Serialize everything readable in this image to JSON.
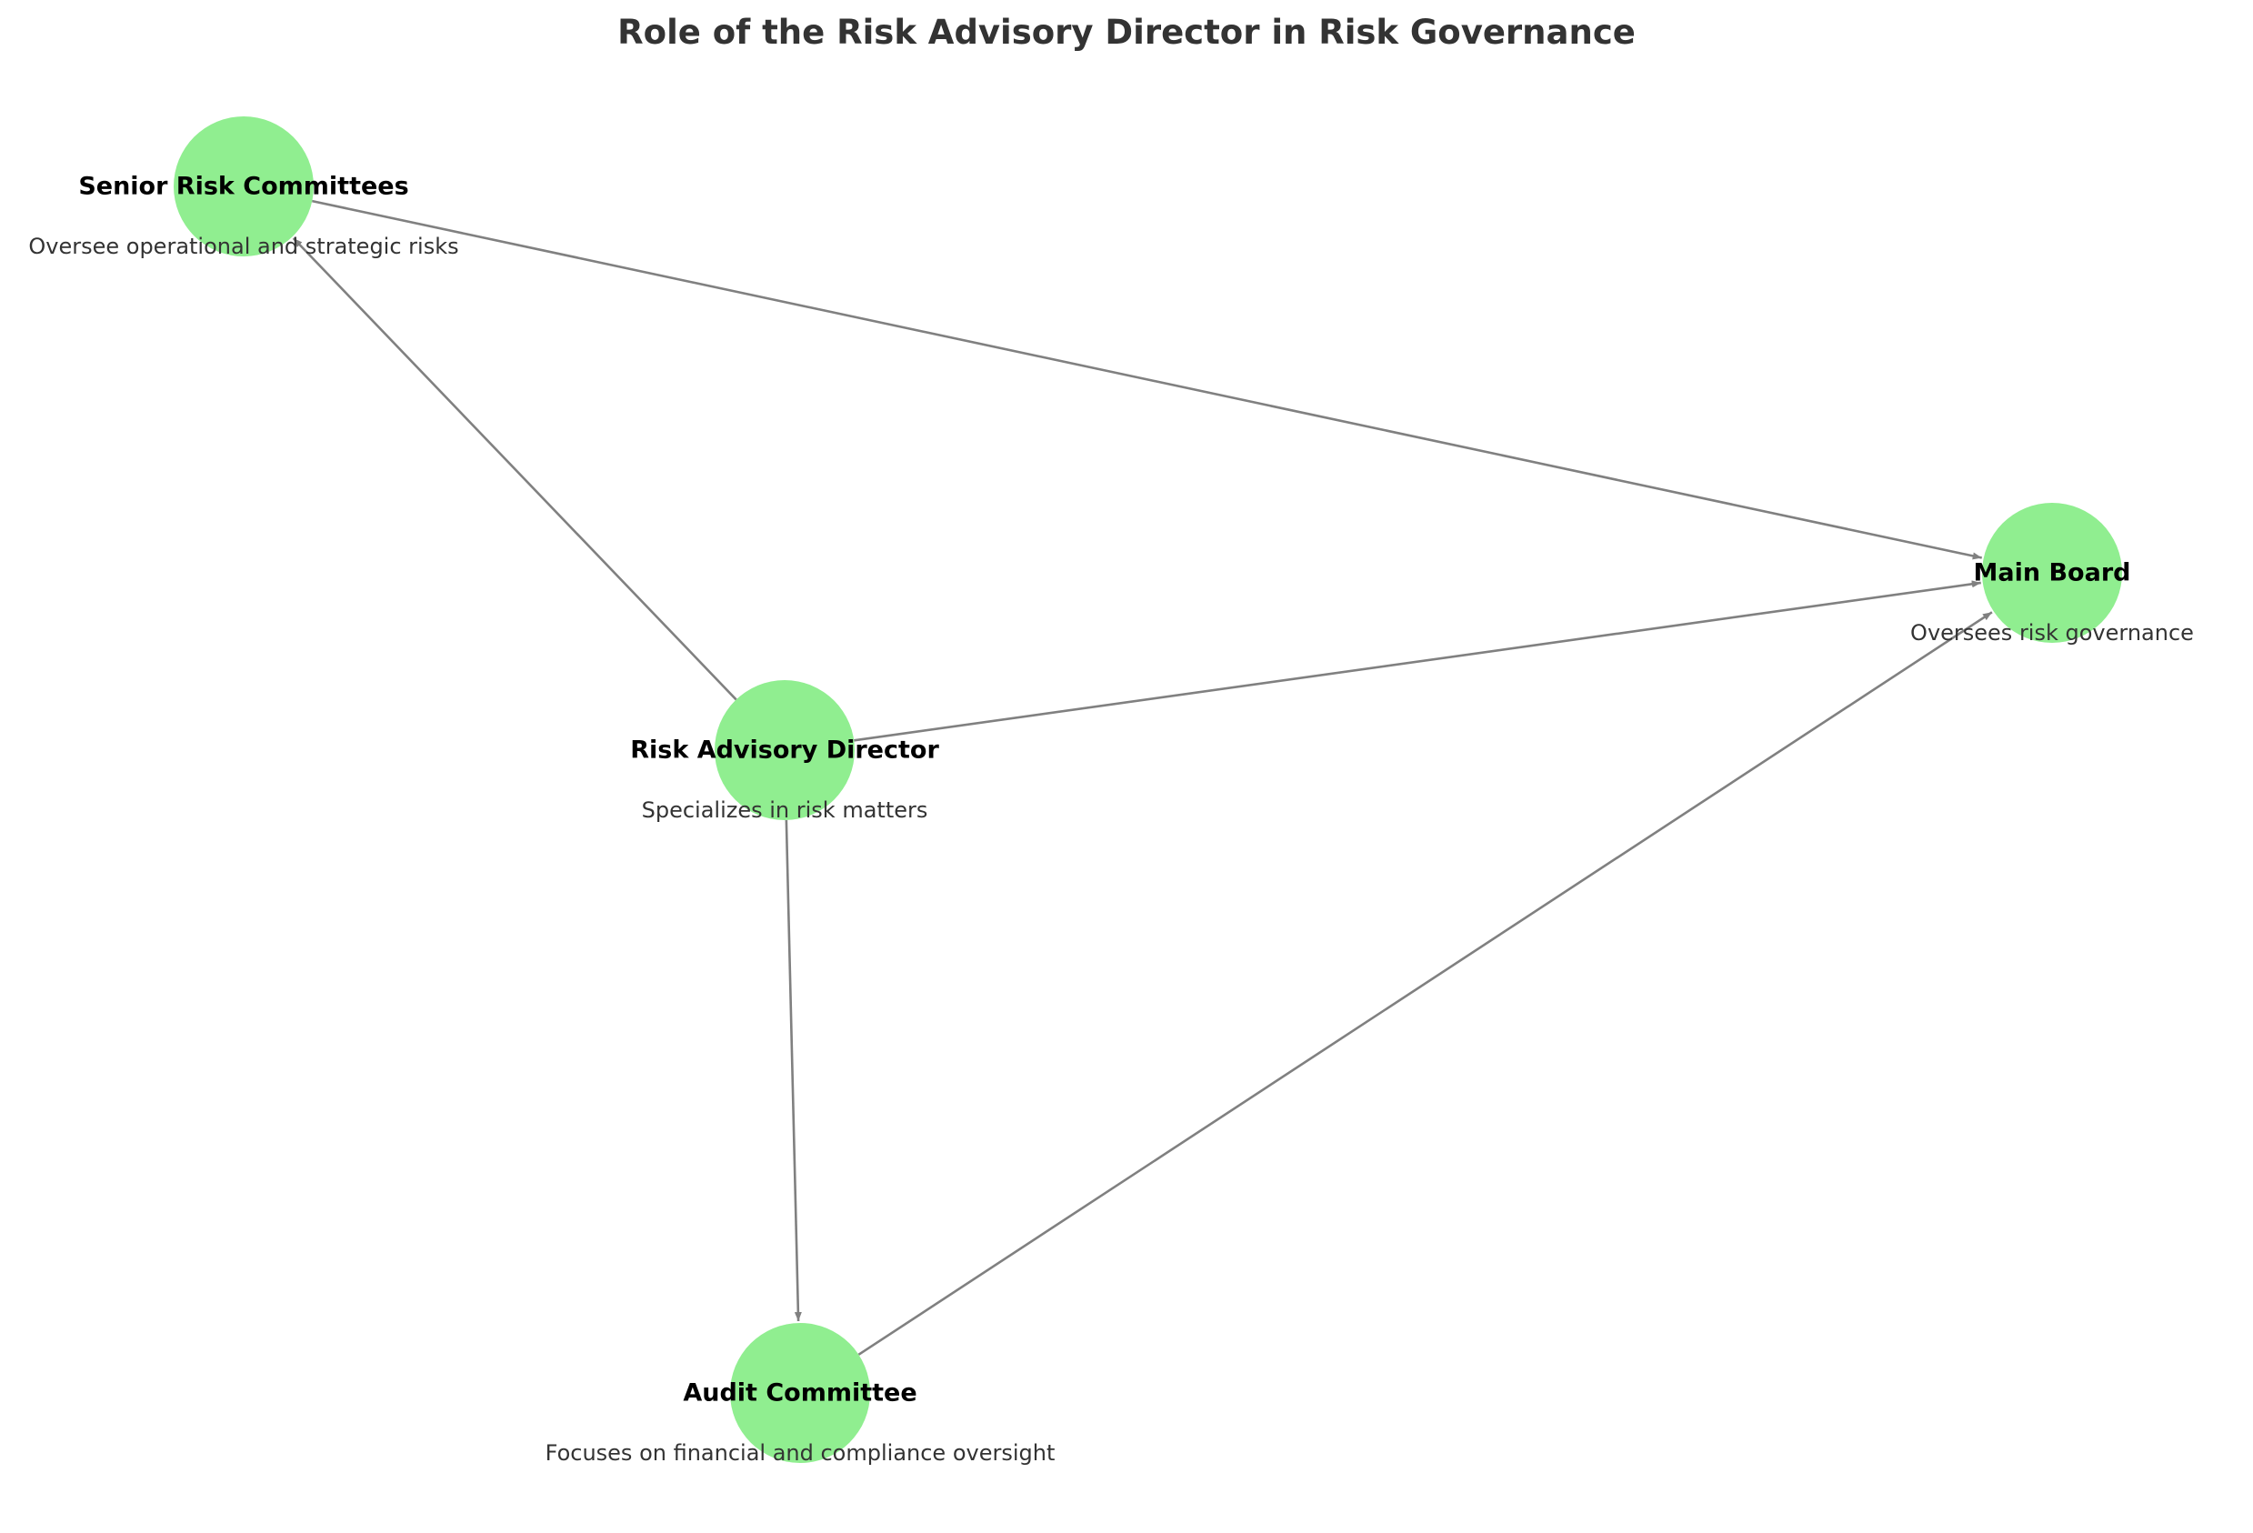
{
  "title": "Role of the Risk Advisory Director in Risk Governance",
  "colors": {
    "node_fill": "#90ee90",
    "edge": "#808080",
    "title": "#333333",
    "label": "#000000",
    "description": "#333333"
  },
  "nodes": [
    {
      "id": "senior",
      "label": "Senior Risk Committees",
      "description": "Oversee operational and strategic risks"
    },
    {
      "id": "board",
      "label": "Main Board",
      "description": "Oversees risk governance"
    },
    {
      "id": "rad",
      "label": "Risk Advisory Director",
      "description": "Specializes in risk matters"
    },
    {
      "id": "audit",
      "label": "Audit Committee",
      "description": "Focuses on financial and compliance oversight"
    }
  ],
  "edges": [
    {
      "from": "rad",
      "to": "senior"
    },
    {
      "from": "rad",
      "to": "board"
    },
    {
      "from": "rad",
      "to": "audit"
    },
    {
      "from": "senior",
      "to": "board"
    },
    {
      "from": "audit",
      "to": "board"
    }
  ]
}
